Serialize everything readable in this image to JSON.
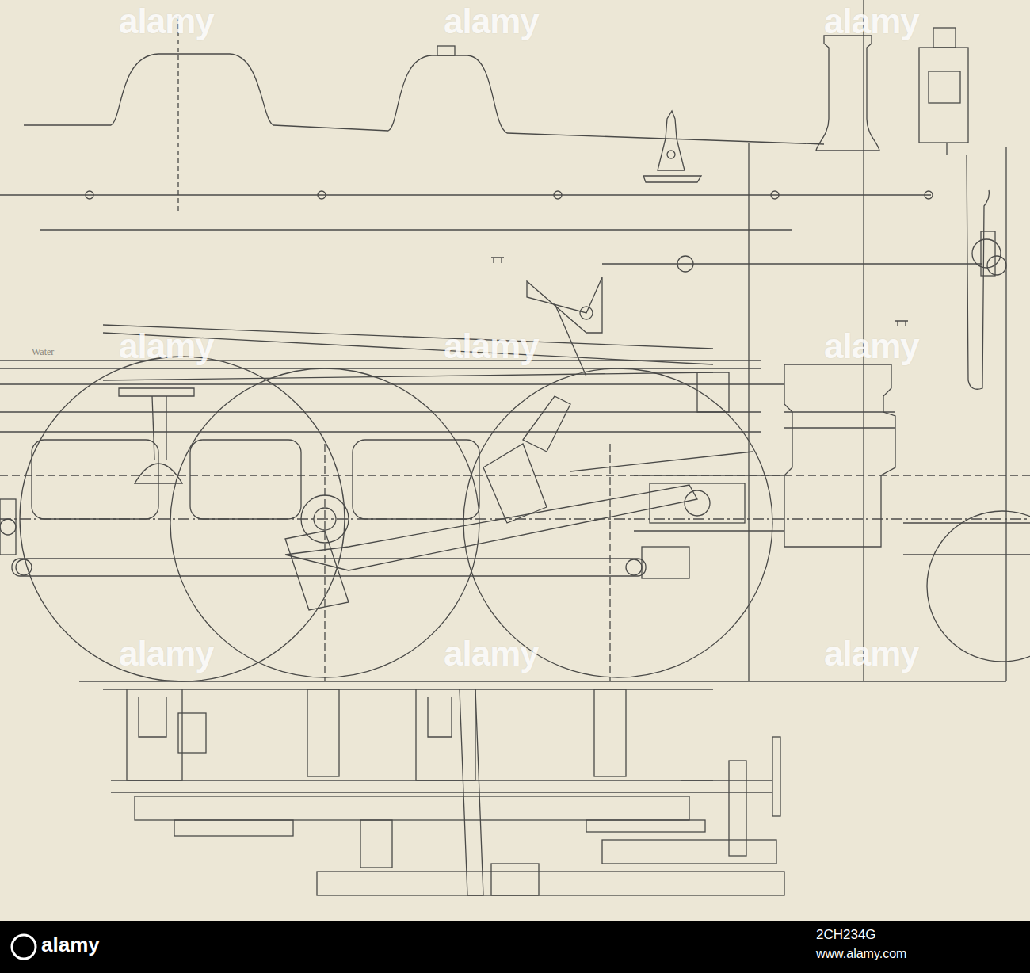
{
  "diagram": {
    "labels": [
      "alamy",
      "alamy",
      "alamy",
      "alamy",
      "alamy",
      "alamy",
      "alamy",
      "alamy",
      "alamy",
      "Water",
      "alamy",
      "2CH234G",
      "www.alamy.com"
    ]
  }
}
